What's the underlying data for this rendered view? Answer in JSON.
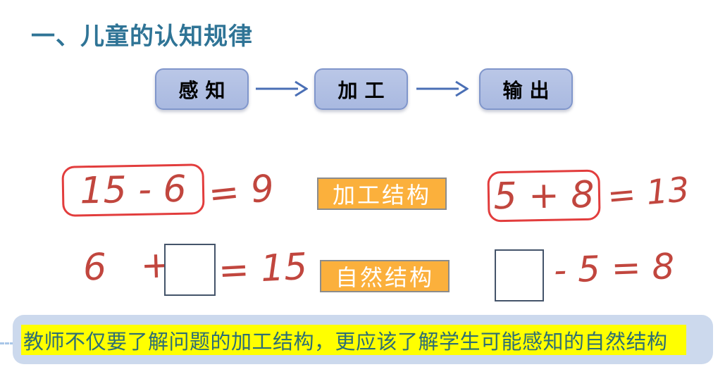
{
  "slide": {
    "title": "一、儿童的认知规律",
    "flow": {
      "nodes": [
        {
          "label": "感知"
        },
        {
          "label": "加工"
        },
        {
          "label": "输出"
        }
      ],
      "arrow_color": "#4a6fb5",
      "node_fill": "#aebce4",
      "node_border": "#8096cb"
    },
    "examples": {
      "row1": {
        "left_boxed": "15 - 6",
        "left_rest": "= 9",
        "center_label": "加工结构",
        "right_boxed": "5 + 8",
        "right_rest": "= 13"
      },
      "row2": {
        "left_prefix": "6 +",
        "left_rest": "= 15",
        "center_label": "自然结构",
        "right_rest": "- 5 = 8"
      },
      "handwriting_color": "#c1463e",
      "red_outline_color": "#e23d3d",
      "label_fill": "#fbb03c",
      "label_text_color": "#ffffff",
      "answer_box_border": "#44546a"
    },
    "callout": {
      "text": "教师不仅要了解问题的加工结构，更应该了解学生可能感知的自然结构",
      "highlight_color": "#ffff00",
      "text_color": "#2d6e74",
      "bubble_fill": "#ccd9ed"
    },
    "title_color": "#2f7496"
  }
}
